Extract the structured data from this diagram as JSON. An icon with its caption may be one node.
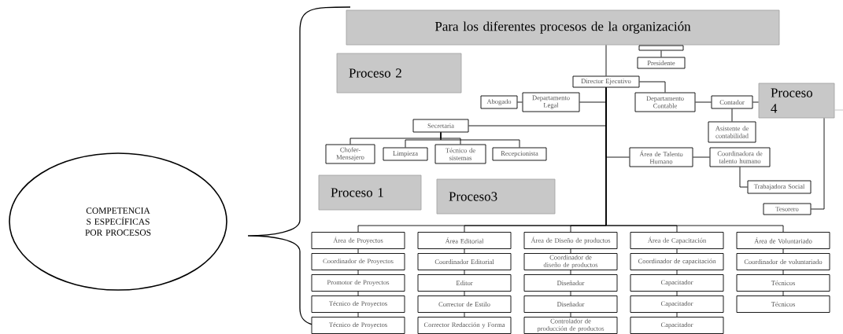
{
  "diagram": {
    "nodes": [
      {
        "text": [
          "COMPETENCIA S ESPECÍFICAS POR PROCESOS"
        ]
      },
      {
        "text": [
          "Para los diferentes procesos de la organización"
        ]
      },
      {
        "text": [
          "Proceso 2"
        ]
      },
      {
        "text": [
          "Proceso 1"
        ]
      },
      {
        "text": [
          "Proceso3"
        ]
      },
      {
        "text": [
          "Proceso 4"
        ]
      },
      {
        "text": [],
        "shape": "box"
      },
      {
        "text": [
          "Presidente"
        ]
      },
      {
        "text": [
          "Director Ejecutivo"
        ]
      },
      {
        "text": [
          "Abogado"
        ]
      },
      {
        "text": [
          "Departamento Legal"
        ]
      },
      {
        "text": [
          "Departamento Contable"
        ]
      },
      {
        "text": [
          "Contador"
        ]
      },
      {
        "text": [
          "Asistente de contabilidad"
        ]
      },
      {
        "text": [
          "Secretaria"
        ]
      },
      {
        "text": [
          "Chofer-Mensajero"
        ]
      },
      {
        "text": [
          "Limpieza"
        ]
      },
      {
        "text": [
          "Técnico de sistemas"
        ]
      },
      {
        "text": [
          "Recepcionista"
        ]
      },
      {
        "text": [
          "Área de Talento Humano"
        ]
      },
      {
        "text": [
          "Coordinadora de talento humano"
        ]
      },
      {
        "text": [
          "Trabajadora Social"
        ]
      },
      {
        "text": [
          "Tesorero"
        ]
      },
      {
        "text": [
          "Área de Proyectos"
        ]
      },
      {
        "text": [
          "Coordinador de Proyectos"
        ]
      },
      {
        "text": [
          "Promotor de Proyectos"
        ]
      },
      {
        "text": [
          "Técnico de Proyectos"
        ]
      },
      {
        "text": [
          "Técnico de Proyectos"
        ]
      },
      {
        "text": [
          "Área Editorial"
        ]
      },
      {
        "text": [
          "Coordinador Editorial"
        ]
      },
      {
        "text": [
          "Editor"
        ]
      },
      {
        "text": [
          "Corrector de Estilo"
        ]
      },
      {
        "text": [
          "Corrector Redacción y Forma"
        ]
      },
      {
        "text": [
          "Área de Diseño de productos"
        ]
      },
      {
        "text": [
          "Coordinador de diseño de productos"
        ]
      },
      {
        "text": [
          "Diseñador"
        ]
      },
      {
        "text": [
          "Diseñador"
        ]
      },
      {
        "text": [
          "Controlador de producción de productos"
        ]
      },
      {
        "text": [
          "Área de Capacitación"
        ]
      },
      {
        "text": [
          "Coordinador de capacitación"
        ]
      },
      {
        "text": [
          "Capacitador"
        ]
      },
      {
        "text": [
          "Capacitador"
        ]
      },
      {
        "text": [
          "Capacitador"
        ]
      },
      {
        "text": [
          "Área de Voluntariado"
        ]
      },
      {
        "text": [
          "Coordinador de voluntariado"
        ]
      },
      {
        "text": [
          "Técnicos"
        ]
      },
      {
        "text": [
          "Técnicos"
        ]
      }
    ],
    "edges": [
      {
        "from": 1,
        "to": 8,
        "arrow": "none"
      },
      {
        "from": 8,
        "to": 11,
        "arrow": "none"
      },
      {
        "from": 8,
        "to": 10,
        "arrow": "none"
      },
      {
        "from": 10,
        "to": 9,
        "arrow": "none"
      },
      {
        "from": 11,
        "to": 12,
        "arrow": "none"
      },
      {
        "from": 12,
        "to": 5,
        "arrow": "none"
      },
      {
        "from": 12,
        "to": 13,
        "arrow": "none"
      },
      {
        "from": 8,
        "to": 14,
        "arrow": "none"
      },
      {
        "from": 14,
        "to": 15,
        "arrow": "none"
      },
      {
        "from": 14,
        "to": 16,
        "arrow": "none"
      },
      {
        "from": 14,
        "to": 17,
        "arrow": "none"
      },
      {
        "from": 14,
        "to": 18,
        "arrow": "none"
      },
      {
        "from": 8,
        "to": 19,
        "arrow": "none"
      },
      {
        "from": 19,
        "to": 20,
        "arrow": "none"
      },
      {
        "from": 20,
        "to": 21,
        "arrow": "none"
      },
      {
        "from": 5,
        "to": 22,
        "arrow": "none"
      },
      {
        "from": 6,
        "to": 7,
        "arrow": "none"
      },
      {
        "from": 5,
        "to": null,
        "arrow": "none",
        "color": "#c0c0c0"
      },
      {
        "from": 8,
        "to": 23,
        "arrow": "none"
      },
      {
        "from": 8,
        "to": 28,
        "arrow": "none"
      },
      {
        "from": 8,
        "to": 33,
        "arrow": "none"
      },
      {
        "from": 8,
        "to": 38,
        "arrow": "none"
      },
      {
        "from": 8,
        "to": 43,
        "arrow": "none"
      },
      {
        "from": 23,
        "to": 24,
        "arrow": "none"
      },
      {
        "from": 24,
        "to": 25,
        "arrow": "none"
      },
      {
        "from": 25,
        "to": 26,
        "arrow": "none"
      },
      {
        "from": 26,
        "to": 27,
        "arrow": "none"
      },
      {
        "from": 28,
        "to": 29,
        "arrow": "none"
      },
      {
        "from": 29,
        "to": 30,
        "arrow": "none"
      },
      {
        "from": 30,
        "to": 31,
        "arrow": "none"
      },
      {
        "from": 31,
        "to": 32,
        "arrow": "none"
      },
      {
        "from": 33,
        "to": 34,
        "arrow": "none"
      },
      {
        "from": 34,
        "to": 35,
        "arrow": "none"
      },
      {
        "from": 35,
        "to": 36,
        "arrow": "none"
      },
      {
        "from": 36,
        "to": 37,
        "arrow": "none"
      },
      {
        "from": 38,
        "to": 39,
        "arrow": "none"
      },
      {
        "from": 39,
        "to": 40,
        "arrow": "none"
      },
      {
        "from": 40,
        "to": 41,
        "arrow": "none"
      },
      {
        "from": 41,
        "to": 42,
        "arrow": "none"
      },
      {
        "from": 43,
        "to": 44,
        "arrow": "none"
      },
      {
        "from": 44,
        "to": 45,
        "arrow": "none"
      },
      {
        "from": 45,
        "to": 46,
        "arrow": "none"
      }
    ]
  }
}
